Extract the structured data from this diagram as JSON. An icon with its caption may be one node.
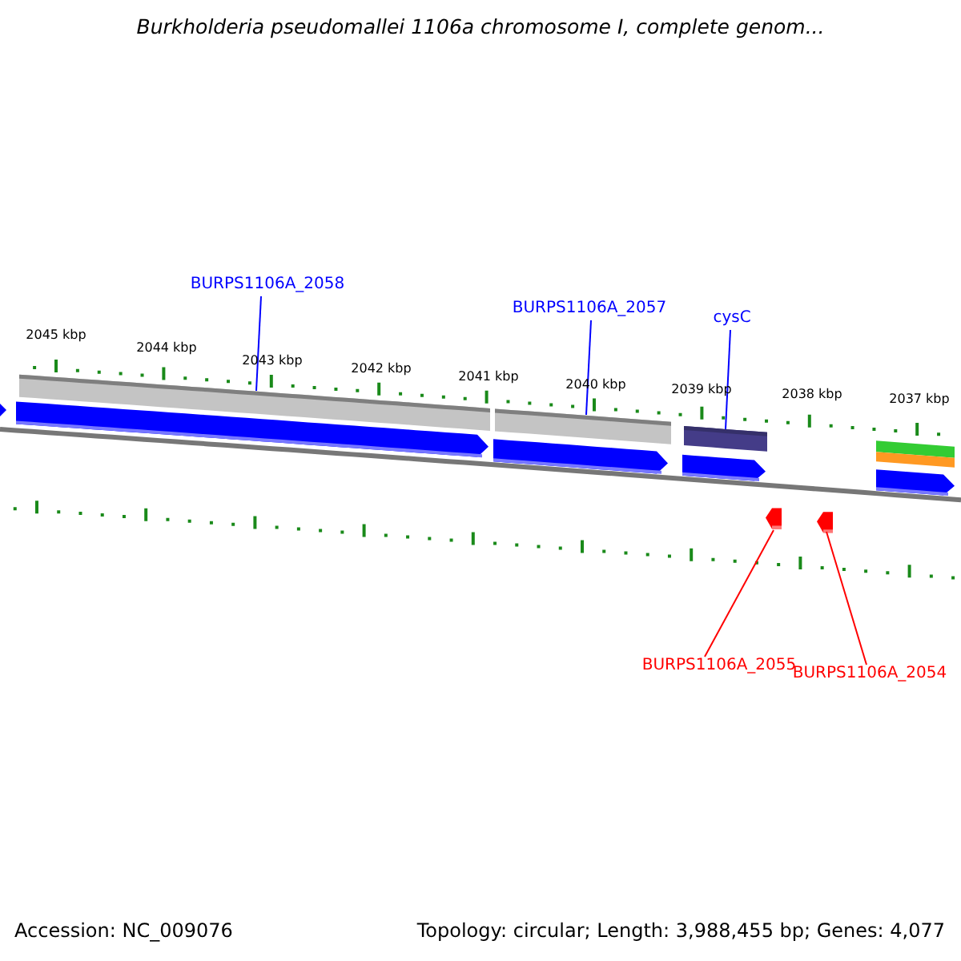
{
  "diagram": {
    "title": "Burkholderia pseudomallei 1106a chromosome I, complete genom...",
    "nodes": [
      {
        "text": [
          "BURPS1106A_2058"
        ]
      },
      {
        "text": [],
        "shape": "bar"
      },
      {
        "text": [
          "BURPS1106A_2057"
        ]
      },
      {
        "text": [],
        "shape": "bar"
      },
      {
        "text": [
          "cysC"
        ]
      },
      {
        "text": [],
        "shape": "bar"
      },
      {
        "text": [
          "BURPS1106A_2055"
        ]
      },
      {
        "text": [],
        "shape": "arrow"
      },
      {
        "text": [
          "BURPS1106A_2054"
        ]
      },
      {
        "text": [],
        "shape": "arrow"
      }
    ],
    "edges": [
      {
        "from": 0,
        "to": 1,
        "arrow": "none"
      },
      {
        "from": 2,
        "to": 3,
        "arrow": "none"
      },
      {
        "from": 4,
        "to": 5,
        "arrow": "none"
      },
      {
        "from": 6,
        "to": 7,
        "arrow": "none",
        "color": "#ff0000"
      },
      {
        "from": 8,
        "to": 9,
        "arrow": "none",
        "color": "#ff0000"
      }
    ],
    "labels": [
      "2045 kbp",
      "2044 kbp",
      "2043 kbp",
      "2042 kbp",
      "2041 kbp",
      "2040 kbp",
      "2039 kbp",
      "2038 kbp",
      "2037 kbp",
      "Accession: NC_009076",
      "Topology: circular; Length: 3,988,455 bp; Genes: 4,077"
    ]
  }
}
